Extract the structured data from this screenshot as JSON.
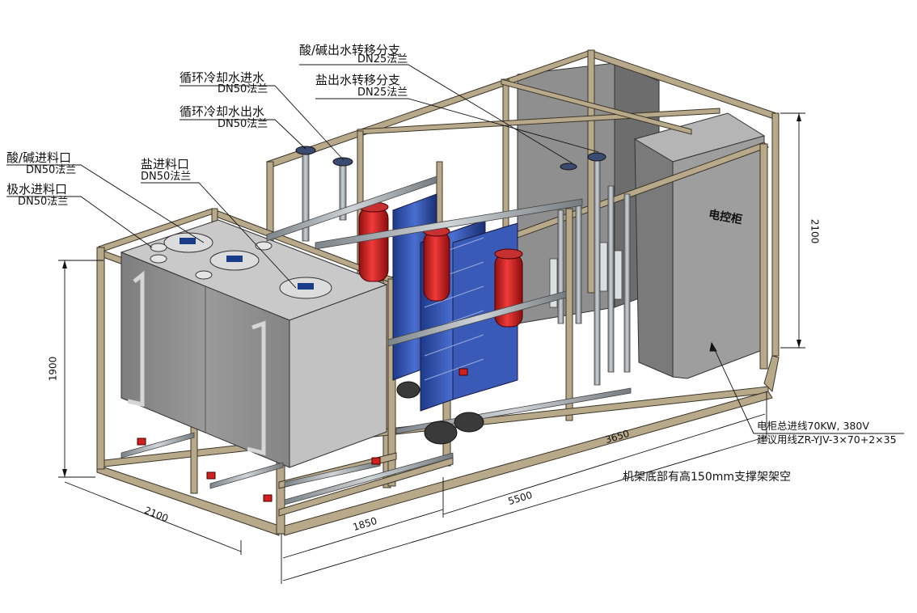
{
  "callouts": {
    "acid_out": {
      "line1": "酸/碱出水转移分支",
      "line2": "DN25法兰"
    },
    "salt_out": {
      "line1": "盐出水转移分支",
      "line2": "DN25法兰"
    },
    "cool_in": {
      "line1": "循环冷却水进水",
      "line2": "DN50法兰"
    },
    "cool_out": {
      "line1": "循环冷却水出水",
      "line2": "DN50法兰"
    },
    "acid_in": {
      "line1": "酸/碱进料口",
      "line2": "DN50法兰"
    },
    "polar_in": {
      "line1": "极水进料口",
      "line2": "DN50法兰"
    },
    "salt_in": {
      "line1": "盐进料口",
      "line2": "DN50法兰"
    }
  },
  "cabinet_label": "电控柜",
  "power": {
    "line1": "电柜总进线70KW, 380V",
    "line2": "建议用线ZR-YJV-3×70+2×35"
  },
  "base_note": "机架底部有高150mm支撑架架空",
  "dimensions": {
    "height_left": "1900",
    "height_right": "2100",
    "depth": "2100",
    "len_tank": "1850",
    "len_rest": "3650",
    "len_total": "5500"
  }
}
